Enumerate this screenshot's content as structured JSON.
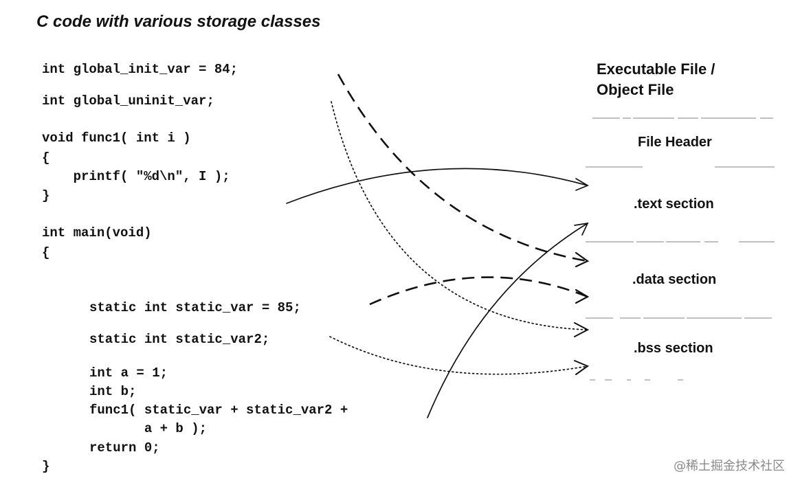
{
  "title": "C code with various storage classes",
  "code_lines": [
    "int global_init_var = 84;",
    "int global_uninit_var;",
    "void func1( int i )",
    "{",
    "    printf( \"%d\\n\", I );",
    "}",
    "int main(void)",
    "{",
    "static int static_var = 85;",
    "static int static_var2;",
    "int a = 1;",
    "int b;",
    "func1( static_var + static_var2 +",
    "       a + b );",
    "return 0;",
    "}"
  ],
  "executable": {
    "title_line1": "Executable File /",
    "title_line2": "Object File",
    "sections": [
      "File Header",
      ".text section",
      ".data section",
      ".bss section"
    ]
  },
  "watermark": "@稀土掘金技术社区"
}
